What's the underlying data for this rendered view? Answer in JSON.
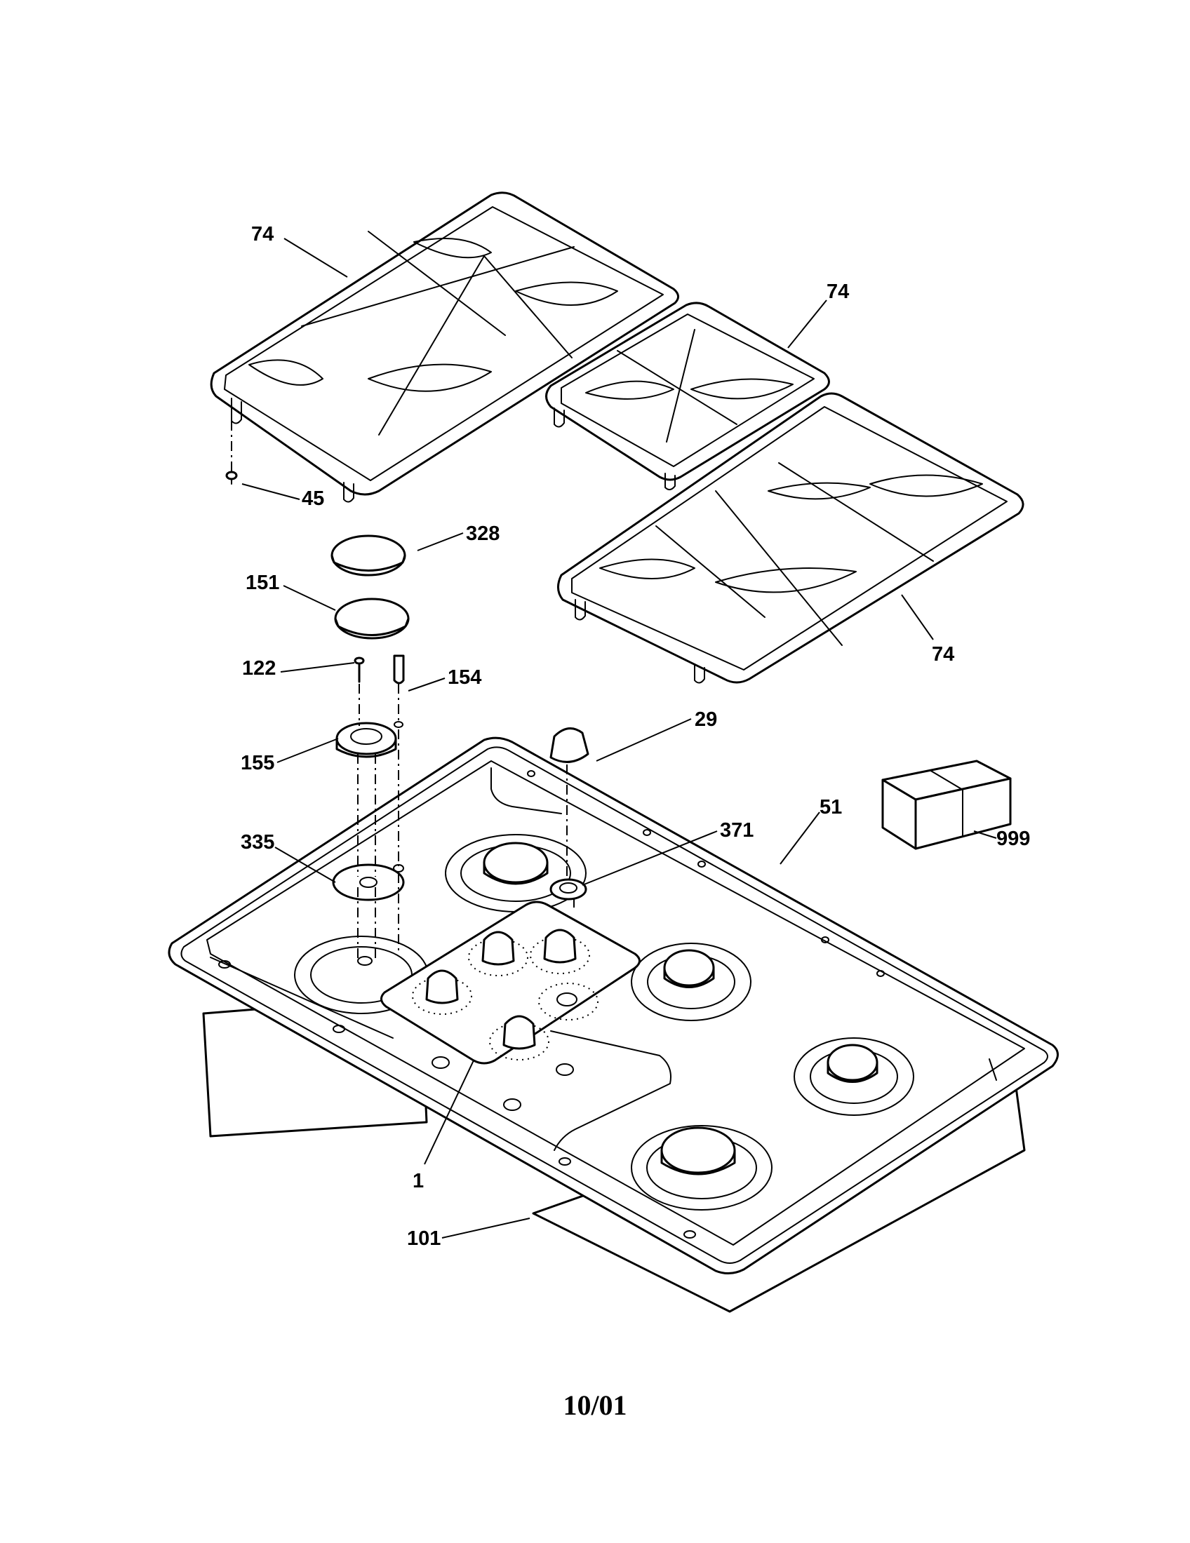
{
  "diagram": {
    "labels": {
      "grate_top_left": "74",
      "grate_top_right": "74",
      "grate_bottom_right": "74",
      "bumper": "45",
      "burner_cap_328": "328",
      "burner_cap_151": "151",
      "screw_122": "122",
      "electrode_154": "154",
      "knob_29": "29",
      "burner_head_155": "155",
      "seal_335": "335",
      "bezel_371": "371",
      "cooktop_51": "51",
      "packing_999": "999",
      "panel_1": "1",
      "insulation_101": "101"
    }
  },
  "footer": {
    "date": "10/01"
  }
}
